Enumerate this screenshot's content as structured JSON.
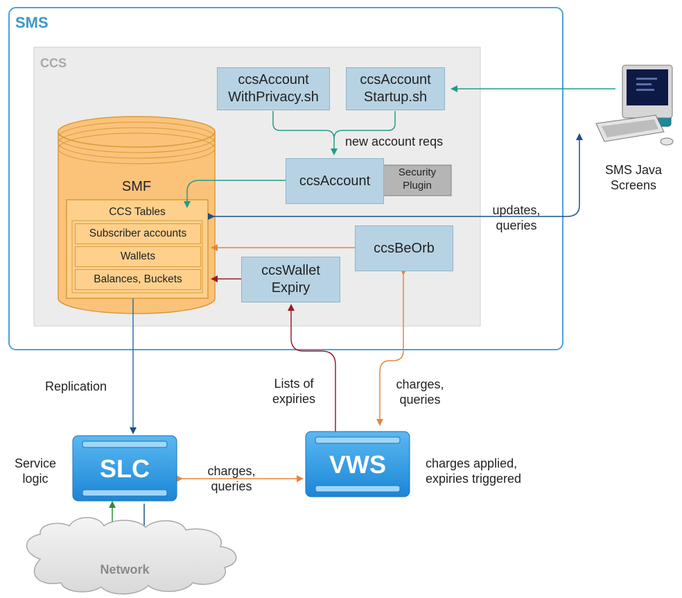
{
  "sms": {
    "title": "SMS"
  },
  "ccs": {
    "title": "CCS"
  },
  "boxes": {
    "privacy": "ccsAccount\nWithPrivacy.sh",
    "startup": "ccsAccount\nStartup.sh",
    "account": "ccsAccount",
    "security": "Security\nPlugin",
    "beorb": "ccsBeOrb",
    "wallet_expiry": "ccsWallet\nExpiry"
  },
  "smf": {
    "title": "SMF",
    "tables_title": "CCS Tables",
    "rows": [
      "Subscriber accounts",
      "Wallets",
      "Balances, Buckets"
    ]
  },
  "terminal": {
    "label_line1": "SMS Java",
    "label_line2": "Screens"
  },
  "servers": {
    "slc": "SLC",
    "vws": "VWS"
  },
  "network": {
    "label": "Network"
  },
  "labels": {
    "new_account_reqs": "new account reqs",
    "updates_queries": "updates,\nqueries",
    "replication": "Replication",
    "lists_of_expiries": "Lists of\nexpiries",
    "charges_queries_vws": "charges,\nqueries",
    "charges_queries_slc": "charges,\nqueries",
    "service_logic": "Service\nlogic",
    "charges_applied": "charges applied,\nexpiries triggered"
  },
  "colors": {
    "sms_border": "#4aa3d9",
    "sms_title": "#3b97cc",
    "ccs_fill": "#ececec",
    "box_fill": "#b7d3e3",
    "smf_fill": "#fbc27a",
    "teal_arrow": "#1f9e8a",
    "blue_arrow": "#1d4f8c",
    "orange_arrow": "#e8843a",
    "dark_red_arrow": "#9b1d22",
    "green_arrow": "#2e8b3a",
    "server_blue": "#2f9fe8"
  }
}
